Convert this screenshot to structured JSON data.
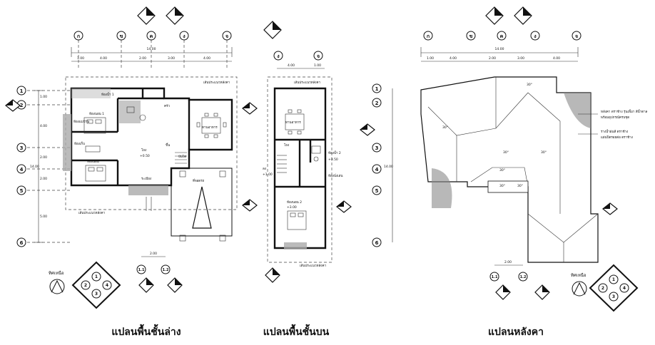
{
  "plans": {
    "ground": {
      "title": "แปลนพื้นชั้นล่าง",
      "north": "ทิศเหนือ"
    },
    "upper": {
      "title": "แปลนพื้นชั้นบน"
    },
    "roof": {
      "title": "แปลนหลังคา",
      "north": "ทิศเหนือ",
      "notes": [
        "หลังคา ตราช้าง รุ่นเพิ้มา สีน้ำตาล",
        "พร้อมอุปกรณ์ครบชุด",
        "รางน้ำฝนสี ตราช้าง",
        "แผ่นปิดรอยต่อ ตราช้าง"
      ]
    }
  },
  "grid": {
    "columns": [
      "ก",
      "ข",
      "ค",
      "ง",
      "จ"
    ],
    "rows": [
      "1",
      "2",
      "3",
      "4",
      "5",
      "6"
    ],
    "sub": [
      "1.1",
      "1.2"
    ],
    "overall": "14.00",
    "spans": [
      "1.00",
      "4.00",
      "2.00",
      "3.00",
      "4.00"
    ],
    "row_dims": [
      "1.00",
      "4.00",
      "2.00",
      "2.00",
      "5.00"
    ],
    "side_total": "14.00",
    "sub_span": "2.00"
  },
  "labels": {
    "rooms_ground": [
      "ห้องน้ำ 1",
      "ห้องนอน 1",
      "ห้องนอน",
      "ห้องเก็บ",
      "โถง",
      "ทานอาหาร",
      "ครัว",
      "บันได",
      "ระเบียง",
      "ที่จอดรถ",
      "ห้องแม่บ้าน"
    ],
    "rooms_upper": [
      "ทานอาหาร",
      "ห้องน้ำ 2",
      "ห้องนอน 2",
      "ห้องนั่งเล่น",
      "โถง"
    ],
    "levels": [
      "+0.50",
      "+3.50",
      "+1.00",
      "+3.00"
    ],
    "lines": [
      "เส้นประแนวหลังคา",
      "เส้นประแนวหลังคา",
      "ขึ้น",
      "ลง"
    ],
    "slopes": [
      "30°",
      "30°",
      "30°",
      "30°",
      "30°",
      "30°",
      "30°"
    ],
    "marks": [
      "ก",
      "ข",
      "ค",
      "ง"
    ]
  },
  "compass_quads": [
    "1",
    "4",
    "2",
    "3"
  ]
}
